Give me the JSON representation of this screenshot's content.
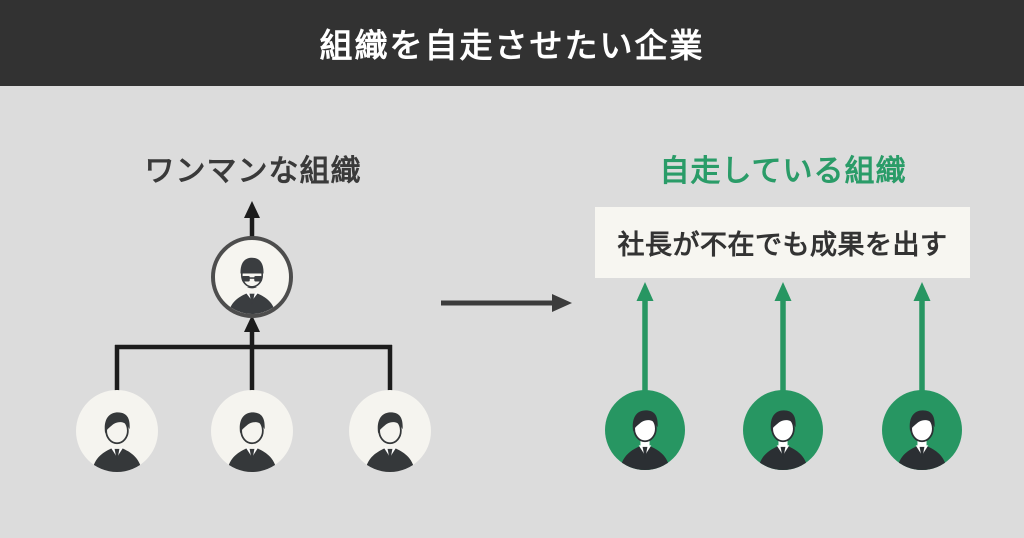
{
  "header": {
    "title": "組織を自走させたい企業"
  },
  "left_section": {
    "title": "ワンマンな組織",
    "boss_icon": "boss-avatar-icon",
    "member_icon": "member-avatar-icon",
    "member_count": 3
  },
  "right_section": {
    "title": "自走している組織",
    "box_text": "社長が不在でも成果を出す",
    "member_icon": "member-avatar-icon",
    "member_count": 3
  },
  "icons": {
    "up_arrow": "up-arrow-icon",
    "right_arrow": "right-arrow-icon"
  },
  "colors": {
    "header_bg": "#323232",
    "canvas_bg": "#dcdcdc",
    "header_text": "#ffffff",
    "dark_text": "#3a3a3a",
    "accent_green_text": "#2a9c68",
    "accent_green_shape": "#279662",
    "line_black": "#1c1c1c",
    "center_arrow_gray": "#3c3c3c",
    "circle_offwhite": "#f5f4ef",
    "box_offwhite": "#f7f6f1",
    "boss_border": "#4d4d4d"
  }
}
